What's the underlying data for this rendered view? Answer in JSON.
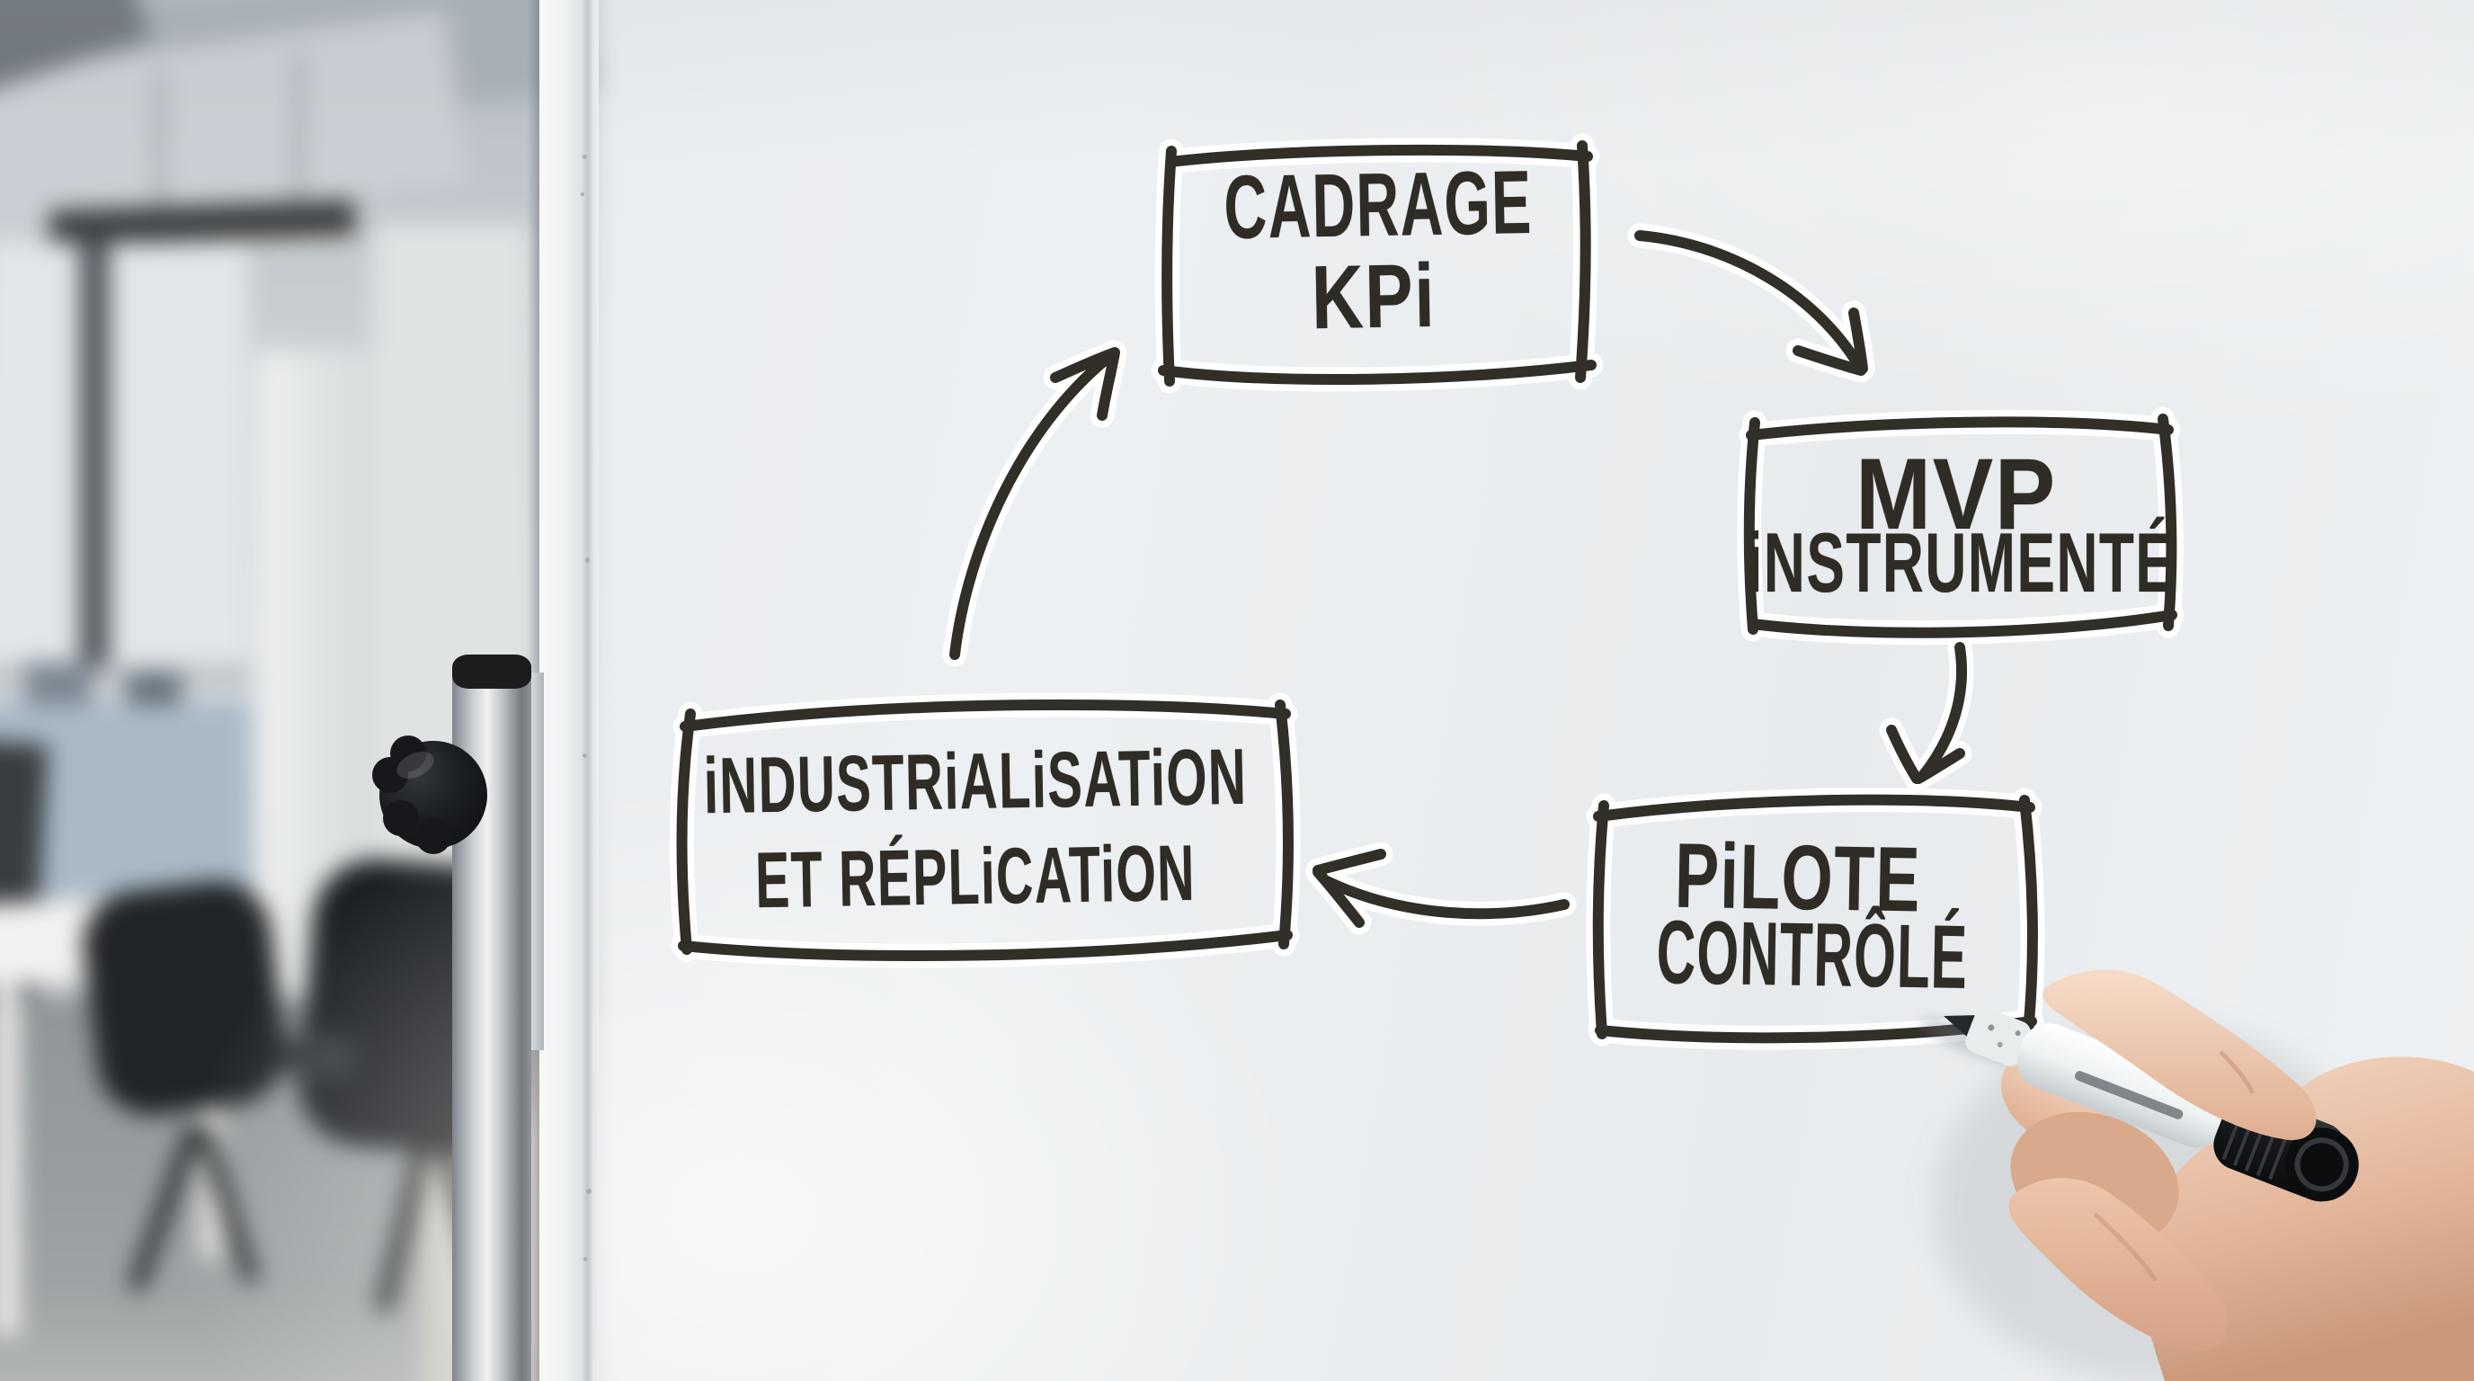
{
  "scene": {
    "type": "whiteboard-photo",
    "background": "blurred-office-interior",
    "objects": [
      "whiteboard",
      "whiteboard-stand-pole",
      "clamp-knob",
      "ceiling-light",
      "window",
      "office-desk",
      "office-chairs",
      "hand-holding-marker",
      "whiteboard-marker"
    ]
  },
  "diagram": {
    "ink_color": "#322e28",
    "nodes": [
      {
        "id": "cadrage-kpi",
        "label": "CADRAGE KPI",
        "lines": [
          "CADRAGE",
          "KPi"
        ]
      },
      {
        "id": "mvp-instrumente",
        "label": "MVP INSTRUMENTÉ",
        "lines": [
          "MVP",
          "iNSTRUMENTÉ"
        ]
      },
      {
        "id": "pilote-controle",
        "label": "PILOTE CONTRÔLÉ",
        "lines": [
          "PiLOTE",
          "CONTRÔLÉ"
        ]
      },
      {
        "id": "industrialisation",
        "label": "INDUSTRIALISATION ET RÉPLICATION",
        "lines": [
          "iNDUSTRiALiSATiON",
          "ET RÉPLiCATiON"
        ]
      }
    ],
    "edges": [
      {
        "from": "cadrage-kpi",
        "to": "mvp-instrumente"
      },
      {
        "from": "mvp-instrumente",
        "to": "pilote-controle"
      },
      {
        "from": "pilote-controle",
        "to": "industrialisation"
      },
      {
        "from": "industrialisation",
        "to": "cadrage-kpi"
      }
    ]
  },
  "colors": {
    "board": "#edf0f2",
    "ink": "#322e28",
    "pole": "#c9ced2",
    "knob": "#1b1e21",
    "marker_body": "#f2f5f6",
    "marker_cap": "#131518",
    "skin": "#e6b99e"
  }
}
